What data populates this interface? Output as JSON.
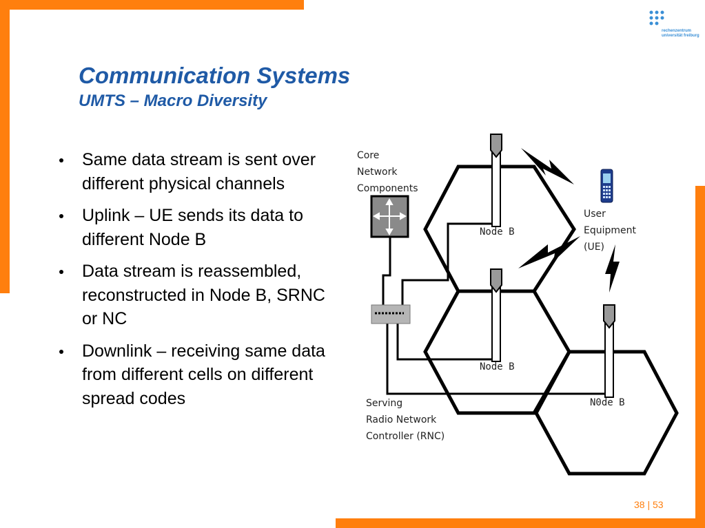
{
  "slide": {
    "title": "Communication Systems",
    "subtitle": "UMTS – Macro Diversity",
    "bullets": [
      "Same data stream is sent over different physical channels",
      "Uplink – UE sends its data to different Node B",
      "Data stream is reassembled, reconstructed in Node B, SRNC or NC",
      "Downlink – receiving same data from different cells on different spread codes"
    ],
    "page": "38 | 53"
  },
  "logo": {
    "line1": "rechenzentrum",
    "line2": "universität freiburg",
    "accent": "#3a8fd6"
  },
  "diagram": {
    "core_label": [
      "Core",
      "Network",
      "Components"
    ],
    "ue_label": [
      "User",
      "Equipment",
      "(UE)"
    ],
    "node_b_top": "Node B",
    "node_b_mid": "Node B",
    "node_b_right": "N0de B",
    "rnc_label": [
      "Serving",
      "Radio Network",
      "Controller (RNC)"
    ]
  },
  "colors": {
    "accent": "#ff7f0e",
    "title": "#1f5aa6"
  }
}
